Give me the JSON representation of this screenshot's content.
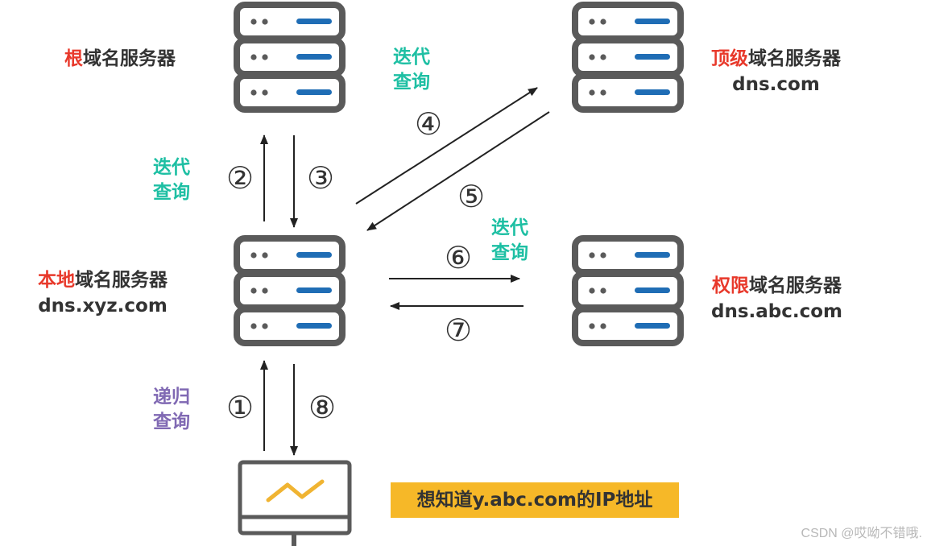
{
  "servers": {
    "root": {
      "highlight": "根",
      "rest": "域名服务器"
    },
    "tld": {
      "highlight": "顶级",
      "rest": "域名服务器",
      "domain": "dns.com"
    },
    "local": {
      "highlight": "本地",
      "rest": "域名服务器",
      "domain": "dns.xyz.com"
    },
    "authoritative": {
      "highlight": "权限",
      "rest": "域名服务器",
      "domain": "dns.abc.com"
    }
  },
  "queries": {
    "iterative": {
      "line1": "迭代",
      "line2": "查询"
    },
    "recursive": {
      "line1": "递归",
      "line2": "查询"
    }
  },
  "steps": [
    "①",
    "②",
    "③",
    "④",
    "⑤",
    "⑥",
    "⑦",
    "⑧"
  ],
  "goal": "想知道y.abc.com的IP地址",
  "watermark": "CSDN @哎呦不错哦.",
  "colors": {
    "server_outline": "#5a5a5a",
    "server_led": "#1f6db5",
    "highlight": "#e8392b",
    "iterative": "#1dbfa3",
    "recursive": "#8069b3",
    "goal_bg": "#f6b828",
    "chart_line": "#f0b432"
  }
}
